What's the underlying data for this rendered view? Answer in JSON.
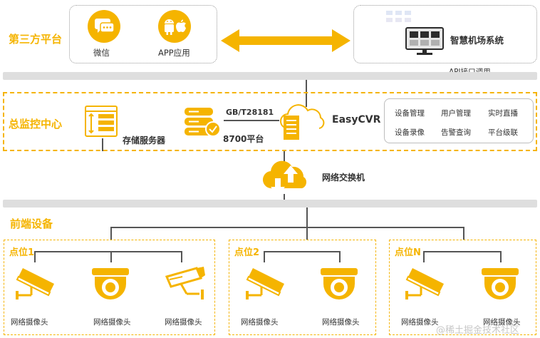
{
  "third_party": {
    "title": "第三方平台",
    "wechat_label": "微信",
    "app_label": "APP应用",
    "smart_airport_label": "智慧机场系统",
    "api_label": "API接口调用"
  },
  "monitoring_center": {
    "title": "总监控中心",
    "storage_label": "存储服务器",
    "protocol_label": "GB/T28181",
    "platform_8700_label": "8700平台",
    "easycvr_label": "EasyCVR",
    "features": [
      "设备管理",
      "用户管理",
      "实时直播",
      "设备录像",
      "告警查询",
      "平台级联"
    ]
  },
  "network": {
    "switch_label": "网络交换机"
  },
  "frontend": {
    "title": "前端设备",
    "points": [
      {
        "label": "点位1",
        "cameras": [
          "网络摄像头",
          "网络摄像头",
          "网络摄像头"
        ]
      },
      {
        "label": "点位2",
        "cameras": [
          "网络摄像头",
          "网络摄像头"
        ]
      },
      {
        "label": "点位N",
        "cameras": [
          "网络摄像头",
          "网络摄像头"
        ]
      }
    ]
  },
  "watermark": "@稀土掘金技术社区",
  "colors": {
    "accent": "#F5B400",
    "line": "#555555",
    "bus": "#dedede"
  }
}
